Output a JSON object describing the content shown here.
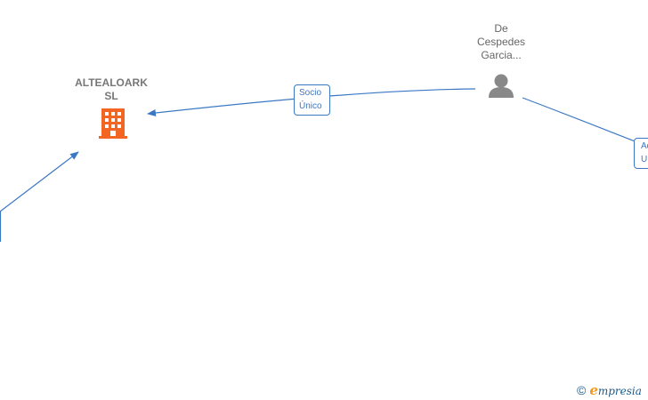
{
  "nodes": {
    "company": {
      "label": "ALTEALOARK SL",
      "line1": "ALTEALOARK",
      "line2": "SL",
      "icon": "building-icon",
      "color": "#f26522"
    },
    "person": {
      "label": "De Cespedes Garcia...",
      "line1": "De",
      "line2": "Cespedes",
      "line3": "Garcia...",
      "icon": "person-icon",
      "color": "#888888"
    }
  },
  "edges": [
    {
      "from": "person",
      "to": "company",
      "label_line1": "Socio",
      "label_line2": "Único"
    },
    {
      "from": "person",
      "to": "offscreen-right",
      "label_line1": "Ad",
      "label_line2": "U"
    }
  ],
  "colors": {
    "edge": "#3b78c4",
    "text_company": "#777777",
    "text_person": "#666666"
  },
  "watermark": {
    "symbol": "©",
    "brand_initial": "e",
    "brand_rest": "mpresia"
  }
}
